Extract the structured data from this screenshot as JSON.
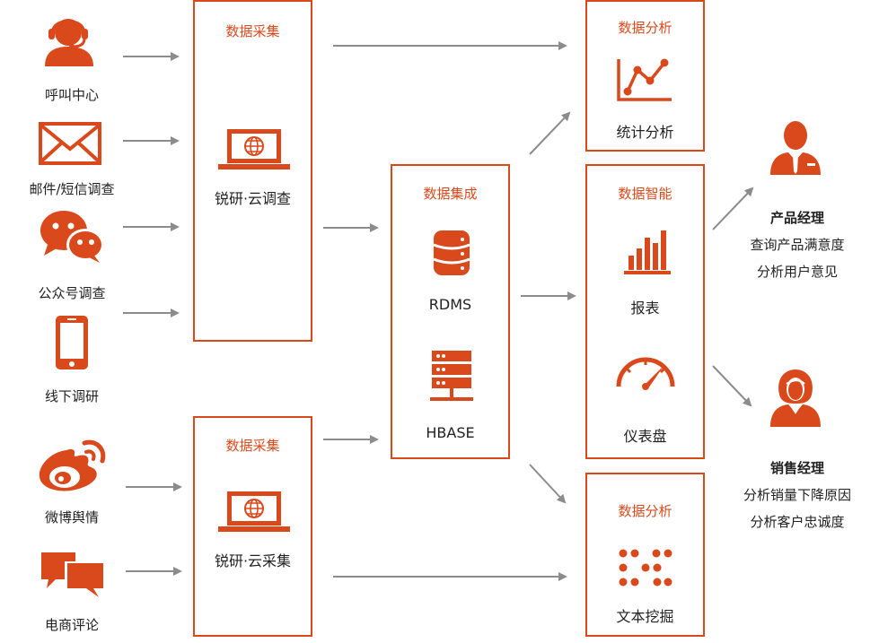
{
  "sources": {
    "call_center": "呼叫中心",
    "email_sms": "邮件/短信调查",
    "wechat": "公众号调查",
    "offline": "线下调研",
    "weibo": "微博舆情",
    "ecommerce": "电商评论"
  },
  "collect_top": {
    "title": "数据采集",
    "tool": "锐研·云调查"
  },
  "collect_bottom": {
    "title": "数据采集",
    "tool": "锐研·云采集"
  },
  "integration": {
    "title": "数据集成",
    "db1": "RDMS",
    "db2": "HBASE"
  },
  "analysis_top": {
    "title": "数据分析",
    "item": "统计分析"
  },
  "intelligence": {
    "title": "数据智能",
    "item1": "报表",
    "item2": "仪表盘"
  },
  "analysis_bottom": {
    "title": "数据分析",
    "item": "文本挖掘"
  },
  "roles": {
    "product": {
      "title": "产品经理",
      "line1": "查询产品满意度",
      "line2": "分析用户意见"
    },
    "sales": {
      "title": "销售经理",
      "line1": "分析销量下降原因",
      "line2": "分析客户忠诚度"
    }
  },
  "colors": {
    "accent": "#d9491b",
    "arrow": "#8c8c8c"
  }
}
